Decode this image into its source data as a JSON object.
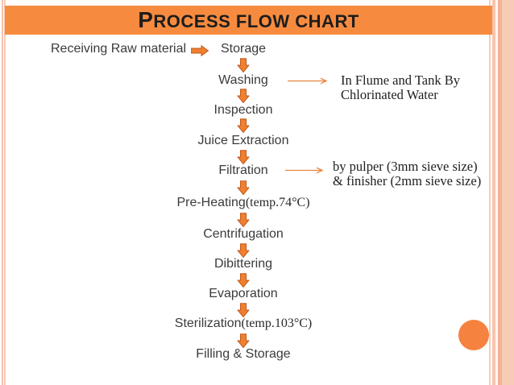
{
  "title": {
    "lead": "P",
    "rest": "ROCESS FLOW CHART"
  },
  "colors": {
    "title_bar": "#f68b3f",
    "arrow_fill": "#f0802f",
    "arrow_outline": "#c0591b",
    "thin_arrow": "#e98440",
    "circle": "#f5823e",
    "stripe_pink": "#f6c5ae",
    "step_text": "#3b3b3b"
  },
  "flow": {
    "source_label": "Receiving Raw material",
    "steps": [
      {
        "label": "Storage"
      },
      {
        "label": "Washing"
      },
      {
        "label": "Inspection"
      },
      {
        "label": "Juice Extraction"
      },
      {
        "label": "Filtration"
      },
      {
        "label": "Pre-Heating",
        "suffix": "(temp.74°C)"
      },
      {
        "label": "Centrifugation"
      },
      {
        "label": "Dibittering"
      },
      {
        "label": "Evaporation"
      },
      {
        "label": "Sterilization",
        "suffix": "(temp.103°C)"
      },
      {
        "label": "Filling & Storage"
      }
    ]
  },
  "annotations": [
    {
      "attached_to": "Washing",
      "lines": [
        "In Flume and Tank By",
        "Chlorinated Water"
      ]
    },
    {
      "attached_to": "Filtration",
      "lines": [
        "by pulper (3mm sieve size)",
        "& finisher (2mm sieve size)"
      ]
    }
  ]
}
